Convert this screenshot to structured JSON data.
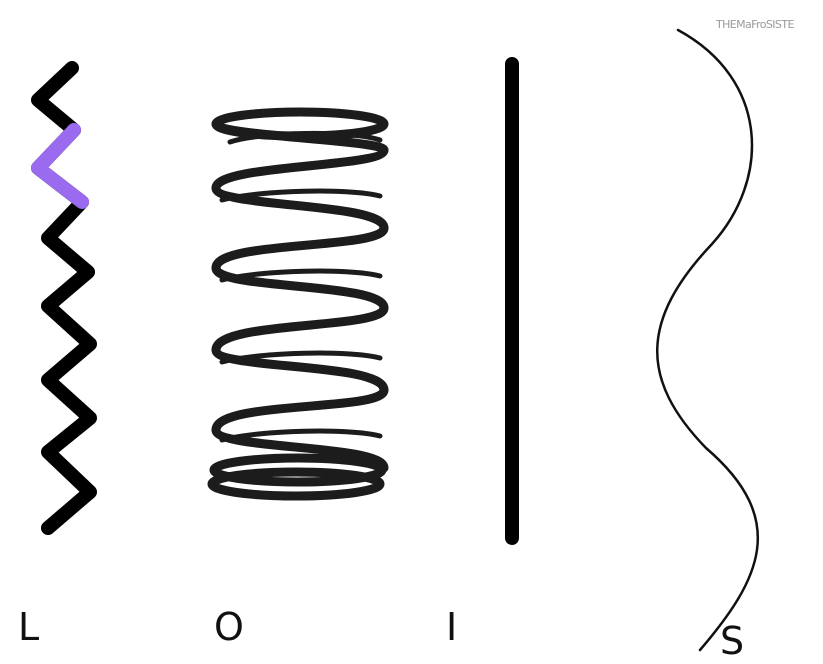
{
  "labels": {
    "zigzag": "L",
    "spring": "O",
    "line": "I",
    "wave": "S"
  },
  "watermark": "THEMaFroSISTE",
  "colors": {
    "stroke": "#000000",
    "highlight": "#9b6bef",
    "spring": "#1c1c1c"
  }
}
